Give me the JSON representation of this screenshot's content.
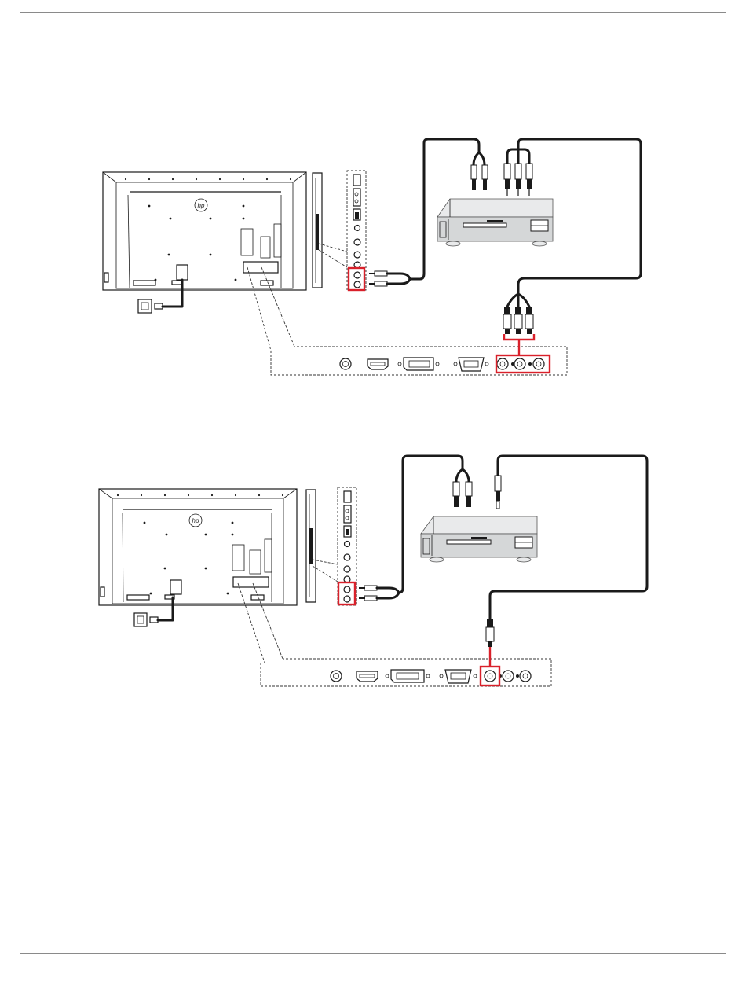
{
  "page": {
    "diagrams": [
      {
        "connection": "component-video",
        "highlighted_port": "component-ycbcr-ports"
      },
      {
        "connection": "composite-video",
        "highlighted_port": "video-y-port"
      }
    ]
  },
  "colors": {
    "highlight": "#d9202a",
    "line": "#1a1a1a",
    "device_body": "#d5d7d8",
    "rule": "#8a8a8a"
  },
  "icons": [
    "hp-logo-icon",
    "power-outlet-icon",
    "hdmi-port-icon",
    "dvi-port-icon",
    "vga-port-icon",
    "rca-plug-icon",
    "bnc-plug-icon"
  ]
}
